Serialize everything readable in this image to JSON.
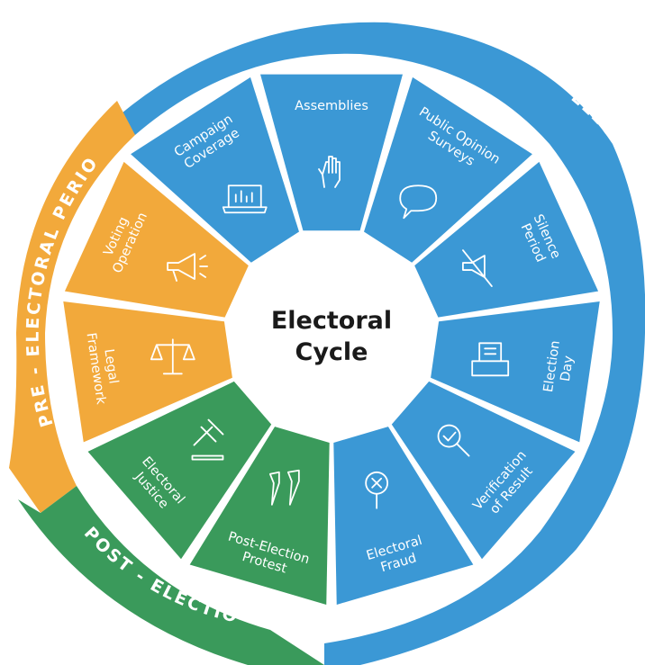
{
  "center": {
    "title_line1": "Electoral",
    "title_line2": "Cycle"
  },
  "rings": {
    "electoral": {
      "label": "ELECTORAL PERIOD"
    },
    "pre": {
      "label": "PRE - ELECTORAL PERIOD"
    },
    "post": {
      "label": "POST - ELECTION"
    }
  },
  "segments": [
    {
      "id": "assemblies",
      "lines": [
        "Assemblies"
      ],
      "icon": "raised-hand-icon",
      "phase": "electoral"
    },
    {
      "id": "public-opinion-surveys",
      "lines": [
        "Public Opinion",
        "Surveys"
      ],
      "icon": "speech-bubble-icon",
      "phase": "electoral"
    },
    {
      "id": "silence-period",
      "lines": [
        "Silence",
        "Period"
      ],
      "icon": "muted-megaphone-icon",
      "phase": "electoral"
    },
    {
      "id": "election-day",
      "lines": [
        "Election",
        "Day"
      ],
      "icon": "ballot-box-icon",
      "phase": "electoral"
    },
    {
      "id": "verification-of-result",
      "lines": [
        "Verification",
        "of Result"
      ],
      "icon": "magnifier-check-icon",
      "phase": "electoral"
    },
    {
      "id": "electoral-fraud",
      "lines": [
        "Electoral",
        "Fraud"
      ],
      "icon": "magnifier-x-icon",
      "phase": "electoral"
    },
    {
      "id": "post-election-protest",
      "lines": [
        "Post-Election",
        "Protest"
      ],
      "icon": "raised-fists-icon",
      "phase": "post"
    },
    {
      "id": "electoral-justice",
      "lines": [
        "Electoral",
        "Justice"
      ],
      "icon": "gavel-icon",
      "phase": "post"
    },
    {
      "id": "legal-framework",
      "lines": [
        "Legal",
        "Framework"
      ],
      "icon": "scales-icon",
      "phase": "pre"
    },
    {
      "id": "voting-operation",
      "lines": [
        "Voting",
        "Operation"
      ],
      "icon": "megaphone-icon",
      "phase": "pre"
    },
    {
      "id": "campaign-coverage",
      "lines": [
        "Campaign",
        "Coverage"
      ],
      "icon": "laptop-chart-icon",
      "phase": "electoral"
    }
  ],
  "colors": {
    "electoral": "#3b98d5",
    "pre": "#f2a93b",
    "post": "#3a9a5b",
    "center_fill": "#ffffff",
    "center_text": "#1a1a1a",
    "label_text": "#ffffff"
  }
}
